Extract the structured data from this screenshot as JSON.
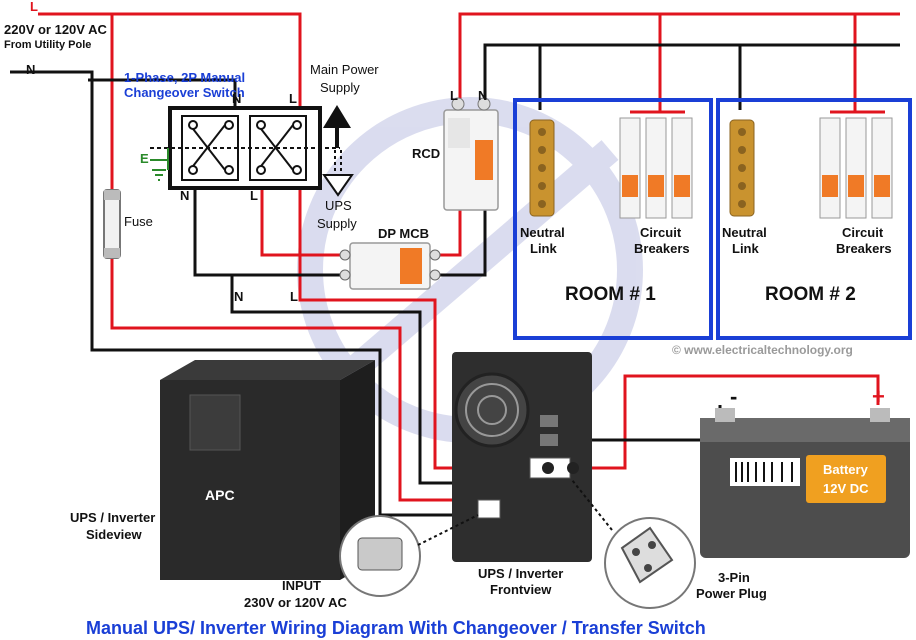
{
  "source": {
    "line_letter": "L",
    "voltage": "220V or 120V AC",
    "pole": "From Utility Pole",
    "neutral_letter": "N"
  },
  "changeover": {
    "title_line1": "1-Phase, 2P Manual",
    "title_line2": "Changeover Switch",
    "n_top": "N",
    "l_top": "L",
    "n_bottom": "N",
    "l_bottom": "L",
    "earth": "E"
  },
  "main_supply": {
    "line1": "Main Power",
    "line2": "Supply"
  },
  "ups_supply": {
    "line1": "UPS",
    "line2": "Supply"
  },
  "fuse": "Fuse",
  "rcd": {
    "label": "RCD",
    "n": "N",
    "l": "L"
  },
  "dp_mcb": "DP MCB",
  "n_wire": "N",
  "l_wire": "L",
  "rooms": [
    {
      "neutral_line1": "Neutral",
      "neutral_line2": "Link",
      "cb_line1": "Circuit",
      "cb_line2": "Breakers",
      "name": "ROOM # 1"
    },
    {
      "neutral_line1": "Neutral",
      "neutral_line2": "Link",
      "cb_line1": "Circuit",
      "cb_line2": "Breakers",
      "name": "ROOM # 2"
    }
  ],
  "watermark": "© www.electricaltechnology.org",
  "ups_side": {
    "line1": "UPS / Inverter",
    "line2": "Sideview",
    "brand": "APC"
  },
  "ups_front": {
    "line1": "UPS / Inverter",
    "line2": "Frontview"
  },
  "input": {
    "line1": "INPUT",
    "line2": "230V or 120V AC"
  },
  "plug": {
    "line1": "3-Pin",
    "line2": "Power Plug"
  },
  "battery": {
    "line1": "Battery",
    "line2": "12V DC",
    "neg": "-",
    "pos": "+"
  },
  "title": "Manual UPS/ Inverter Wiring Diagram With Changeover / Transfer Switch",
  "colors": {
    "live": "#e0141e",
    "neutral": "#111111",
    "blue": "#1a3fd6",
    "orange": "#f07a26",
    "brass": "#c9932f"
  }
}
